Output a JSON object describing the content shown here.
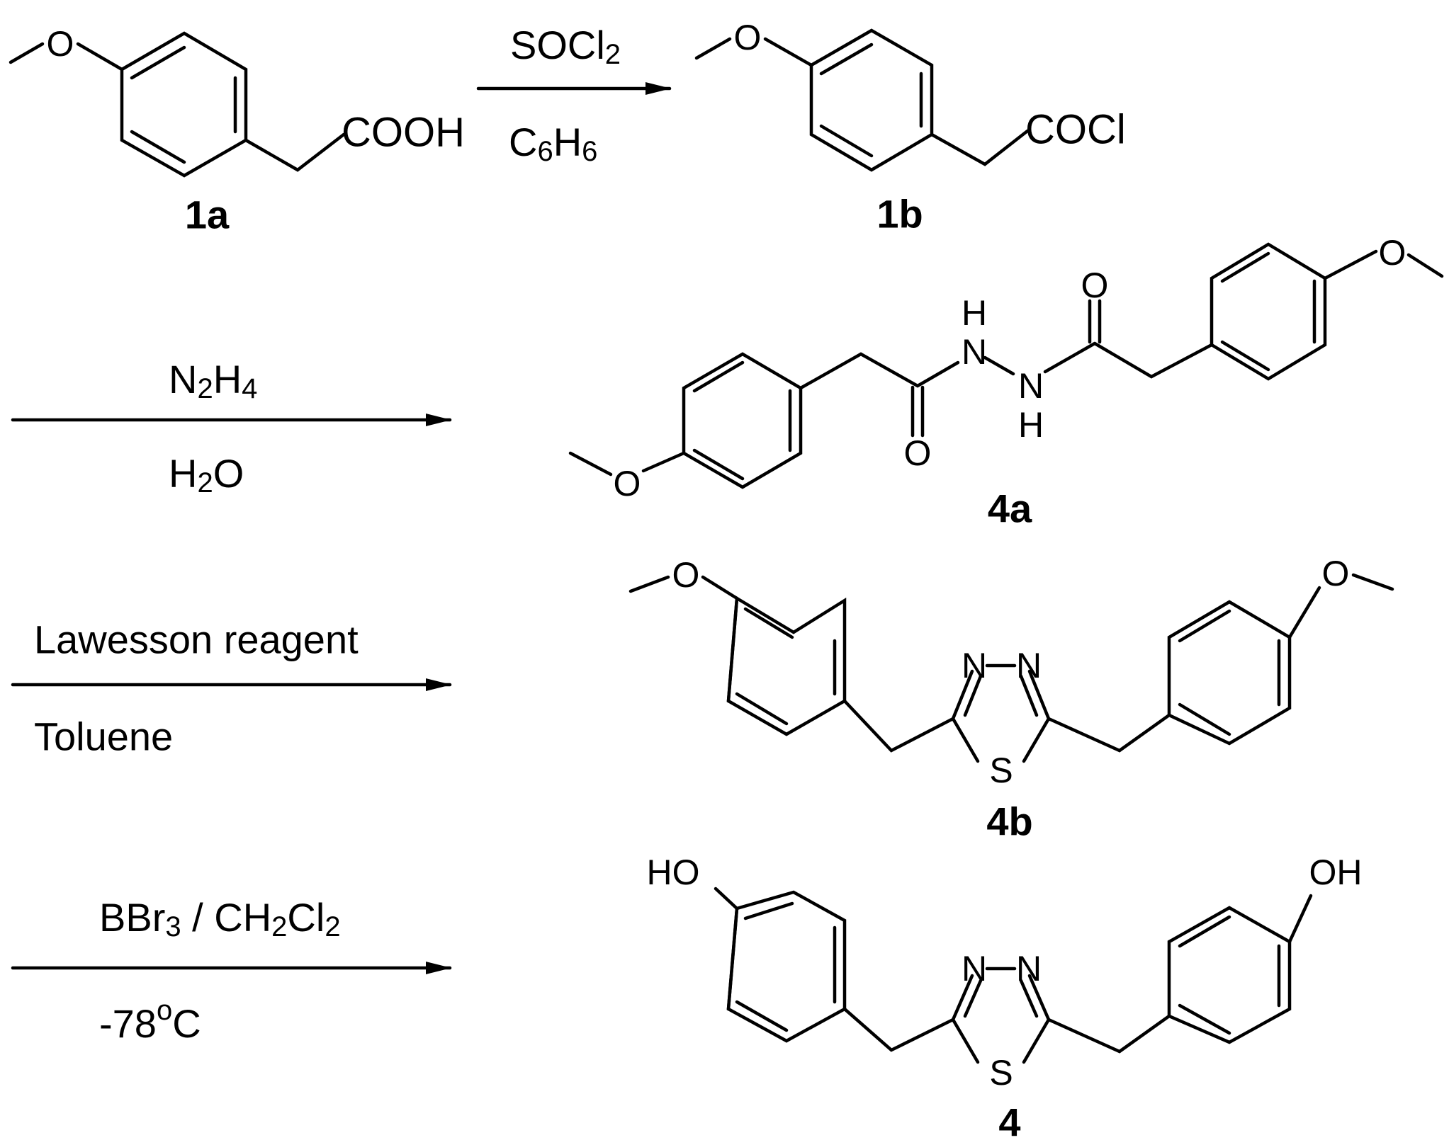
{
  "compounds": {
    "c1a": {
      "label": "1a",
      "group": "COOH",
      "o_methyl": "O"
    },
    "c1b": {
      "label": "1b",
      "group": "COCl",
      "o_methyl": "O"
    },
    "c4a": {
      "label": "4a",
      "o": "O",
      "h": "H",
      "n": "N"
    },
    "c4b": {
      "label": "4b",
      "o": "O",
      "n": "N",
      "s": "S"
    },
    "c4": {
      "label": "4",
      "ho": "HO",
      "oh": "OH",
      "n": "N",
      "s": "S"
    }
  },
  "steps": [
    {
      "above": [
        "SOCl",
        "2"
      ],
      "below": [
        "C",
        "6",
        "H",
        "6"
      ]
    },
    {
      "above": [
        "N",
        "2",
        "H",
        "4"
      ],
      "below": [
        "H",
        "2",
        "O"
      ]
    },
    {
      "above": "Lawesson reagent",
      "below": "Toluene"
    },
    {
      "above": [
        "BBr",
        "3",
        " / CH",
        "2",
        "Cl",
        "2"
      ],
      "below": [
        "-78",
        "o",
        "C"
      ]
    }
  ]
}
